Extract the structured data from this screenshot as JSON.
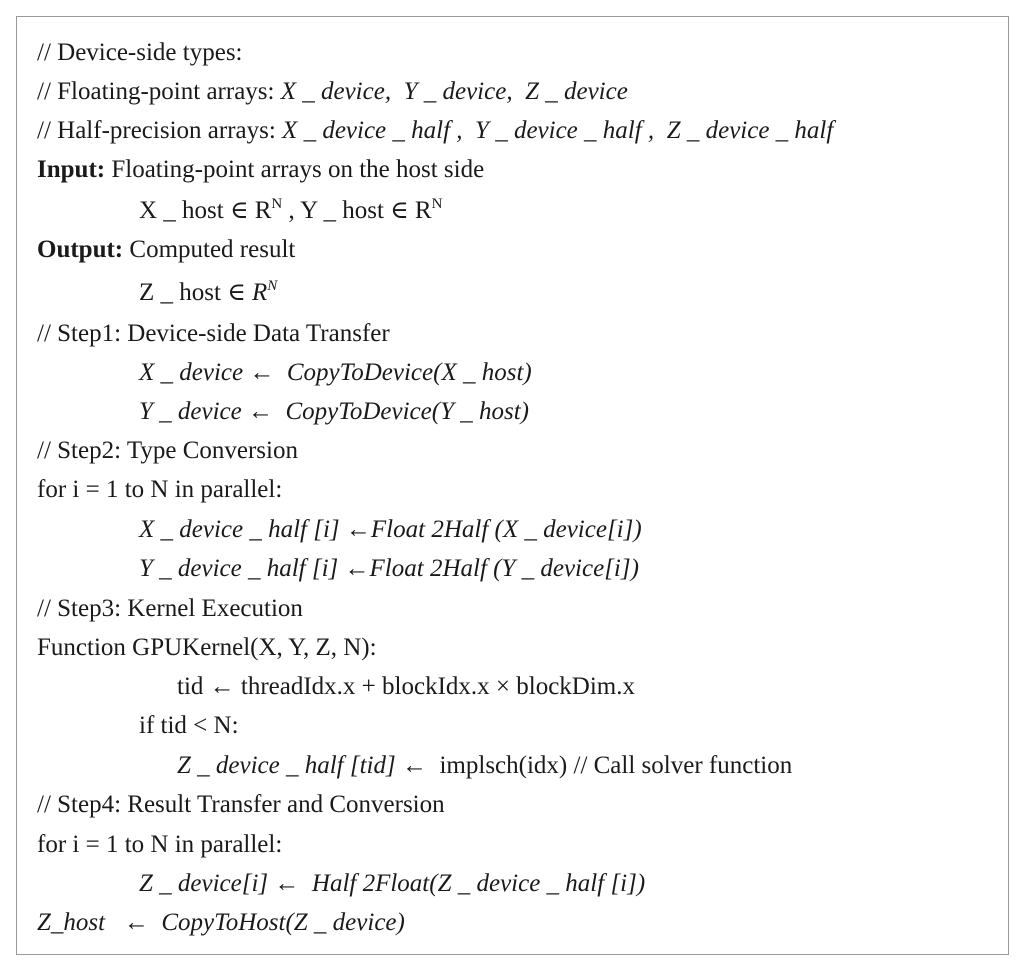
{
  "lines": {
    "l1": "// Device-side types:",
    "l2_prefix": "// Floating-point arrays: ",
    "l2_a": "X _ device,",
    "l2_b": "Y _ device,",
    "l2_c": "Z _ device",
    "l3_prefix": "// Half-precision arrays: ",
    "l3_a": "X _ device _ half ,",
    "l3_b": "Y _ device _ half ,",
    "l3_c": "Z _ device _ half",
    "l4_label": "Input:",
    "l4_text": " Floating-point arrays on the host side",
    "l5_a": "X _ host ∈ R",
    "l5_a_sup": "N",
    "l5_mid": " , Y _ host ∈ R",
    "l5_b_sup": "N",
    "l6_label": "Output:",
    "l6_text": " Computed result",
    "l7_a": "Z _ host ∈ ",
    "l7_r": "R",
    "l7_sup": "N",
    "l8": "// Step1: Device-side Data Transfer",
    "l9_lhs": "X _ device",
    "l9_arrow": " ← ",
    "l9_rhs": "CopyToDevice(X _ host)",
    "l10_lhs": "Y _ device",
    "l10_arrow": " ← ",
    "l10_rhs": "CopyToDevice(Y _ host)",
    "l11": "// Step2: Type Conversion",
    "l12": "for i = 1 to N in parallel:",
    "l13_lhs": "X _ device _ half [i]",
    "l13_arrow": " ←",
    "l13_rhs": "Float 2Half (X _ device[i])",
    "l14_lhs": "Y _ device _ half [i]",
    "l14_arrow": " ←",
    "l14_rhs": "Float 2Half (Y _ device[i])",
    "l15": "// Step3: Kernel Execution",
    "l16": "Function GPUKernel(X, Y, Z, N):",
    "l17": "tid ← threadIdx.x + blockIdx.x × blockDim.x",
    "l18": "if tid < N:",
    "l19_lhs": "Z _ device _ half [tid]",
    "l19_arrow": " ← ",
    "l19_rhs": "implsch(idx) // Call solver function",
    "l20": "// Step4: Result Transfer and Conversion",
    "l21": "for i = 1 to N in parallel:",
    "l22_lhs": "Z _ device[i]",
    "l22_arrow": " ← ",
    "l22_rhs": "Half 2Float(Z _ device _ half [i])",
    "l23_lhs": "Z_host",
    "l23_arrow": "   ← ",
    "l23_rhs": "CopyToHost(Z _ device)"
  }
}
